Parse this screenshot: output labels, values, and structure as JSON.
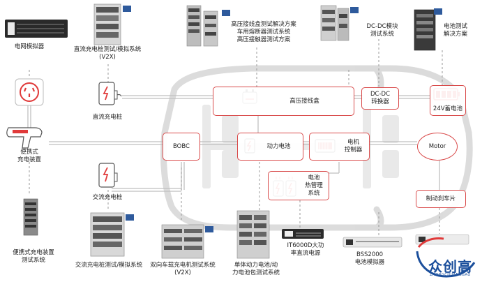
{
  "colors": {
    "accent": "#d94a4a",
    "line": "#c9c9c9",
    "car_outline": "#cfcfcf",
    "logo_blue": "#1b4f9c",
    "logo_red": "#e03a3a"
  },
  "equipment": {
    "grid_simulator": "电网模拟器",
    "dc_pile_test": "直流充电桩测试/模拟系统\n(V2X)",
    "hv_box_test": "高压接线盒测试解决方案\n车用熔断器测试系统\n高压接触器测试方案",
    "dcdc_test": "DC-DC模块\n测试系统",
    "battery_test": "电池测试\n解决方案",
    "portable_charger_test": "便携式充电装置\n测试系统",
    "ac_pile_test": "交流充电桩测试/模拟系统",
    "bidirectional_charger_test": "双向车载充电机测试系统\n(V2X)",
    "battery_pack_test": "单体动力电池/动\n力电池包测试系统",
    "it6000d": "IT6000D大功\n率直流电源",
    "bss2000": "BSS2000\n电池模拟器"
  },
  "external": {
    "dc_pile": "直流充电桩",
    "portable_charger": "便携式\n充电装置",
    "ac_pile": "交流充电桩"
  },
  "components": {
    "hv_box": "高压接线盒",
    "dcdc": "DC-DC\n转换器",
    "battery_24v": "24V蓄电池",
    "bobc": "BOBC",
    "power_battery": "动力电池",
    "motor_ctrl": "电机\n控制器",
    "motor": "Motor",
    "bms": "电池\n热管理\n系统",
    "brake": "制动刹车片"
  },
  "logo": {
    "name": "众创高",
    "sub": "ZHONGCHUANGGAO"
  }
}
